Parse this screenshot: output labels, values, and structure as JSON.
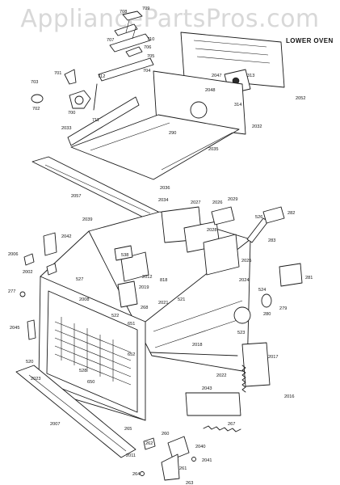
{
  "watermark": "AppliancePartsPros.com",
  "header": {
    "title": "LOWER OVEN"
  },
  "labels": [
    {
      "id": "708",
      "text": "708"
    },
    {
      "id": "709",
      "text": "709"
    },
    {
      "id": "707",
      "text": "707"
    },
    {
      "id": "710",
      "text": "710"
    },
    {
      "id": "706",
      "text": "706"
    },
    {
      "id": "705",
      "text": "705"
    },
    {
      "id": "704",
      "text": "704"
    },
    {
      "id": "712",
      "text": "712"
    },
    {
      "id": "701",
      "text": "701"
    },
    {
      "id": "703",
      "text": "703"
    },
    {
      "id": "702",
      "text": "702"
    },
    {
      "id": "711",
      "text": "711"
    },
    {
      "id": "700",
      "text": "700"
    },
    {
      "id": "2047",
      "text": "2047"
    },
    {
      "id": "313",
      "text": "313"
    },
    {
      "id": "2052",
      "text": "2052"
    },
    {
      "id": "2048",
      "text": "2048"
    },
    {
      "id": "314",
      "text": "314"
    },
    {
      "id": "290",
      "text": "290"
    },
    {
      "id": "2032",
      "text": "2032"
    },
    {
      "id": "2033",
      "text": "2033"
    },
    {
      "id": "2035",
      "text": "2035"
    },
    {
      "id": "2057",
      "text": "2057"
    },
    {
      "id": "2036",
      "text": "2036"
    },
    {
      "id": "2034",
      "text": "2034"
    },
    {
      "id": "2027",
      "text": "2027"
    },
    {
      "id": "2026",
      "text": "2026"
    },
    {
      "id": "2029",
      "text": "2029"
    },
    {
      "id": "526",
      "text": "526"
    },
    {
      "id": "282",
      "text": "282"
    },
    {
      "id": "2039",
      "text": "2039"
    },
    {
      "id": "2028",
      "text": "2028"
    },
    {
      "id": "283",
      "text": "283"
    },
    {
      "id": "2042",
      "text": "2042"
    },
    {
      "id": "538",
      "text": "538"
    },
    {
      "id": "2025",
      "text": "2025"
    },
    {
      "id": "2006",
      "text": "2006"
    },
    {
      "id": "2012",
      "text": "2012"
    },
    {
      "id": "281",
      "text": "281"
    },
    {
      "id": "2002",
      "text": "2002"
    },
    {
      "id": "527",
      "text": "527"
    },
    {
      "id": "818",
      "text": "818"
    },
    {
      "id": "2024",
      "text": "2024"
    },
    {
      "id": "277",
      "text": "277"
    },
    {
      "id": "2008",
      "text": "2008"
    },
    {
      "id": "2019",
      "text": "2019"
    },
    {
      "id": "524",
      "text": "524"
    },
    {
      "id": "268",
      "text": "268"
    },
    {
      "id": "521",
      "text": "521"
    },
    {
      "id": "279",
      "text": "279"
    },
    {
      "id": "280",
      "text": "280"
    },
    {
      "id": "2021",
      "text": "2021"
    },
    {
      "id": "651",
      "text": "651"
    },
    {
      "id": "522",
      "text": "522"
    },
    {
      "id": "2045",
      "text": "2045"
    },
    {
      "id": "523",
      "text": "523"
    },
    {
      "id": "2018",
      "text": "2018"
    },
    {
      "id": "652",
      "text": "652"
    },
    {
      "id": "2017",
      "text": "2017"
    },
    {
      "id": "520",
      "text": "520"
    },
    {
      "id": "528",
      "text": "528"
    },
    {
      "id": "650",
      "text": "650"
    },
    {
      "id": "2022",
      "text": "2022"
    },
    {
      "id": "2023",
      "text": "2023"
    },
    {
      "id": "2043",
      "text": "2043"
    },
    {
      "id": "2016",
      "text": "2016"
    },
    {
      "id": "2007",
      "text": "2007"
    },
    {
      "id": "265",
      "text": "265"
    },
    {
      "id": "267",
      "text": "267"
    },
    {
      "id": "260",
      "text": "260"
    },
    {
      "id": "262",
      "text": "262"
    },
    {
      "id": "2011",
      "text": "2011"
    },
    {
      "id": "2040",
      "text": "2040"
    },
    {
      "id": "2041",
      "text": "2041"
    },
    {
      "id": "261",
      "text": "261"
    },
    {
      "id": "264",
      "text": "264"
    },
    {
      "id": "263",
      "text": "263"
    }
  ]
}
